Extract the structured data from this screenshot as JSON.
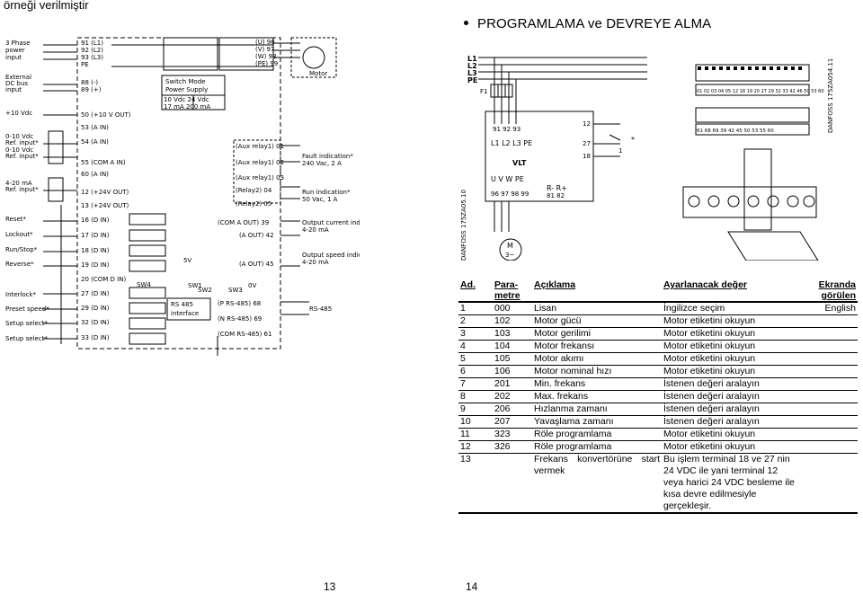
{
  "top_left_text": "örneği verilmiştir",
  "heading": "PROGRAMLAMA ve DEVREYE ALMA",
  "wiring_diagram": {
    "left_labels": [
      "3 Phase",
      "power",
      "input",
      "External",
      "DC bus",
      "input",
      "+10 Vdc",
      "0-10 Vdc",
      "Ref. input*",
      "0-10 Vdc",
      "Ref. input*",
      "4-20 mA",
      "Ref. input*",
      "Reset*",
      "Lockout*",
      "Run/Stop*",
      "Reverse*",
      "Interlock*",
      "Preset speed*",
      "Setup select*",
      "Setup select*"
    ],
    "terminals": [
      "91 (L1)",
      "92 (L2)",
      "93 (L3)",
      "PE",
      "88 (-)",
      "89 (+)",
      "50 (+10 V OUT)",
      "53 (A IN)",
      "54 (A IN)",
      "55 (COM A IN)",
      "60 (A IN)",
      "12 (+24V OUT)",
      "13 (+24V OUT)",
      "16 (D IN)",
      "17 (D IN)",
      "18 (D IN)",
      "19 (D IN)",
      "20 (COM D IN)",
      "27 (D IN)",
      "29 (D IN)",
      "32 (D IN)",
      "33 (D IN)"
    ],
    "motor_terminals": [
      "(U) 96",
      "(V) 97",
      "(W) 98",
      "(PE) 99"
    ],
    "motor_label": "Motor",
    "psu": [
      "Switch Mode",
      "Power Supply",
      "10 Vdc  24 Vdc",
      "17 mA  200 mA"
    ],
    "relays": [
      "(Aux relay1) 01",
      "(Aux relay1) 02",
      "(Aux relay1) 03",
      "(Relay2) 04",
      "(Relay2) 05"
    ],
    "outputs": [
      "(COM A OUT) 39",
      "(A OUT) 42",
      "(A OUT) 45",
      "(P RS-485) 68",
      "(N RS-485) 69",
      "(COM RS-485) 61"
    ],
    "right_labels": [
      "Fault indication*",
      "240 Vac, 2 A",
      "Run indication*",
      "50 Vac, 1 A",
      "Output current indication*",
      "4-20 mA",
      "Output speed indication*",
      "4-20 mA",
      "RS-485"
    ],
    "misc": [
      "5V",
      "SW1",
      "SW2",
      "SW3",
      "SW4",
      "0V",
      "RS 485",
      "interface"
    ]
  },
  "vlt_diagram": {
    "lines": [
      "L1",
      "L2",
      "L3",
      "PE"
    ],
    "fuse": "F1",
    "top_terminals": "91 92 93",
    "mid_terminals": "L1 L2 L3 PE",
    "label": "VLT",
    "bottom_terminals": "U V W PE",
    "bottom_numbers": "96 97 98 99",
    "right_terminals": [
      "12",
      "27",
      "18"
    ],
    "r_terminals": "R-  R+",
    "r_numbers": "81  82",
    "switch_label": "1",
    "star": "*",
    "motor": "M",
    "motor_phase": "3~",
    "stamp": "DANFOSS 175ZA05.10"
  },
  "terminal_block": {
    "top_numbers": "01 02 03 04 05 12 18 19 20 27 29 32 33 42 46 50 53 60",
    "bottom_numbers": "61 68 69 39 42 45 50 53 55 60",
    "stamp": "DANFOSS 175ZA054.11"
  },
  "table": {
    "headers": [
      "Ad.",
      "Para-\nmetre",
      "Açıklama",
      "Ayarlanacak değer",
      "Ekranda\ngörülen"
    ],
    "rows": [
      {
        "ad": "1",
        "param": "000",
        "desc": "Lisan",
        "value": "İngilizce seçim",
        "screen": "English"
      },
      {
        "ad": "2",
        "param": "102",
        "desc": "Motor gücü",
        "value": "Motor etiketini okuyun",
        "screen": ""
      },
      {
        "ad": "3",
        "param": "103",
        "desc": "Motor gerilimi",
        "value": "Motor etiketini okuyun",
        "screen": ""
      },
      {
        "ad": "4",
        "param": "104",
        "desc": "Motor frekansı",
        "value": "Motor etiketini okuyun",
        "screen": ""
      },
      {
        "ad": "5",
        "param": "105",
        "desc": "Motor akımı",
        "value": "Motor etiketini okuyun",
        "screen": ""
      },
      {
        "ad": "6",
        "param": "106",
        "desc": "Motor nominal hızı",
        "value": "Motor etiketini okuyun",
        "screen": ""
      },
      {
        "ad": "7",
        "param": "201",
        "desc": "Min. frekans",
        "value": "İstenen değeri aralayın",
        "screen": ""
      },
      {
        "ad": "8",
        "param": "202",
        "desc": "Max. frekans",
        "value": "İstenen değeri aralayın",
        "screen": ""
      },
      {
        "ad": "9",
        "param": "206",
        "desc": "Hızlanma zamanı",
        "value": "İstenen değeri aralayın",
        "screen": ""
      },
      {
        "ad": "10",
        "param": "207",
        "desc": "Yavaşlama zamanı",
        "value": "İstenen değeri aralayın",
        "screen": ""
      },
      {
        "ad": "11",
        "param": "323",
        "desc": "Röle programlama",
        "value": "Motor etiketini okuyun",
        "screen": ""
      },
      {
        "ad": "12",
        "param": "326",
        "desc": "Röle programlama",
        "value": "Motor etiketini okuyun",
        "screen": ""
      },
      {
        "ad": "13",
        "param": "",
        "desc": "Frekans konvertörüne start vermek",
        "value": "Bu işlem terminal 18 ve 27 nin 24 VDC ile yani terminal 12 veya harici 24 VDC besleme ile kısa devre edilmesiyle gerçekleşir.",
        "screen": ""
      }
    ]
  },
  "page_numbers": {
    "left": "13",
    "right": "14"
  }
}
